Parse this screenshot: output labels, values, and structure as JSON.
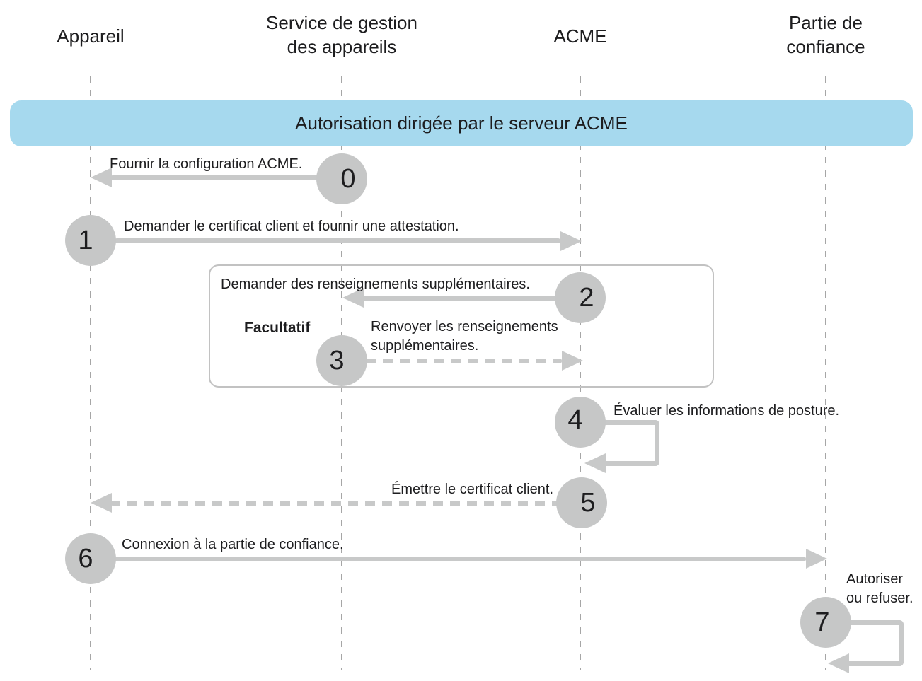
{
  "diagram": {
    "title": "Autorisation dirigée par le serveur ACME",
    "actors": [
      {
        "label": "Appareil"
      },
      {
        "label": "Service de gestion\ndes appareils"
      },
      {
        "label": "ACME"
      },
      {
        "label": "Partie de\nconfiance"
      }
    ],
    "optional_group": {
      "label": "Facultatif"
    },
    "steps": [
      {
        "num": "0",
        "label": "Fournir la configuration ACME.",
        "from": "Service de gestion des appareils",
        "to": "Appareil",
        "style": "solid"
      },
      {
        "num": "1",
        "label": "Demander le certificat client et fournir une attestation.",
        "from": "Appareil",
        "to": "ACME",
        "style": "solid"
      },
      {
        "num": "2",
        "label": "Demander des renseignements supplémentaires.",
        "from": "ACME",
        "to": "Service de gestion des appareils",
        "style": "solid"
      },
      {
        "num": "3",
        "label": "Renvoyer les renseignements\nsupplémentaires.",
        "from": "Service de gestion des appareils",
        "to": "ACME",
        "style": "dashed"
      },
      {
        "num": "4",
        "label": "Évaluer les informations de posture.",
        "from": "ACME",
        "to": "ACME",
        "style": "self-loop"
      },
      {
        "num": "5",
        "label": "Émettre le certificat client.",
        "from": "ACME",
        "to": "Appareil",
        "style": "dashed"
      },
      {
        "num": "6",
        "label": "Connexion à la partie de confiance.",
        "from": "Appareil",
        "to": "Partie de confiance",
        "style": "solid"
      },
      {
        "num": "7",
        "label": "Autoriser\nou refuser.",
        "from": "Partie de confiance",
        "to": "Partie de confiance",
        "style": "self-loop"
      }
    ],
    "colors": {
      "banner": "#a6d9ee",
      "circle": "#c6c7c7",
      "arrow": "#c8c9c9",
      "lifeline": "#a6a6a6",
      "boxborder": "#c2c2c2"
    }
  }
}
